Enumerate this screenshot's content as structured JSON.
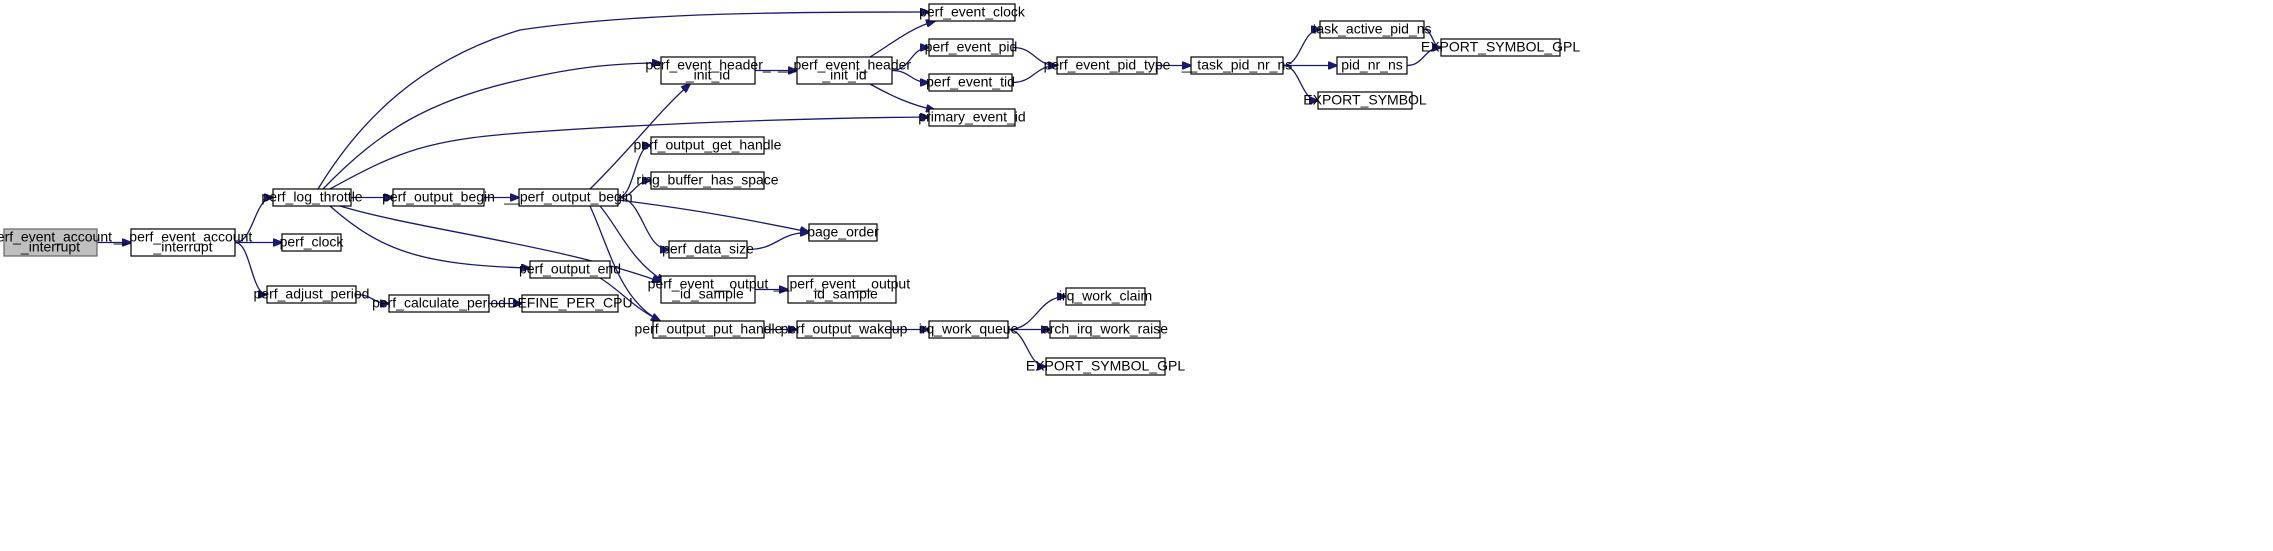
{
  "graph": {
    "edge_color": "#191970",
    "root_fill": "#bfbfbf",
    "nodes": [
      {
        "id": "root",
        "lines": [
          "perf_event_account",
          "_interrupt"
        ],
        "root": true
      },
      {
        "id": "pea_int",
        "lines": [
          "__perf_event_account",
          "_interrupt"
        ]
      },
      {
        "id": "plt",
        "lines": [
          "perf_log_throttle"
        ]
      },
      {
        "id": "pclock",
        "lines": [
          "perf_clock"
        ]
      },
      {
        "id": "padj",
        "lines": [
          "perf_adjust_period"
        ]
      },
      {
        "id": "pcalc",
        "lines": [
          "perf_calculate_period"
        ]
      },
      {
        "id": "defcpu",
        "lines": [
          "DEFINE_PER_CPU"
        ]
      },
      {
        "id": "pob",
        "lines": [
          "perf_output_begin"
        ]
      },
      {
        "id": "upob",
        "lines": [
          "__perf_output_begin"
        ]
      },
      {
        "id": "poe",
        "lines": [
          "perf_output_end"
        ]
      },
      {
        "id": "pehi",
        "lines": [
          "perf_event_header_",
          "_init_id"
        ]
      },
      {
        "id": "upehi",
        "lines": [
          "__perf_event_header",
          "_init_id"
        ]
      },
      {
        "id": "pogh",
        "lines": [
          "perf_output_get_handle"
        ]
      },
      {
        "id": "rbhs",
        "lines": [
          "ring_buffer_has_space"
        ]
      },
      {
        "id": "pds",
        "lines": [
          "perf_data_size"
        ]
      },
      {
        "id": "peois",
        "lines": [
          "perf_event__output",
          "_id_sample"
        ]
      },
      {
        "id": "upeois",
        "lines": [
          "__perf_event__output",
          "_id_sample"
        ]
      },
      {
        "id": "poph",
        "lines": [
          "perf_output_put_handle"
        ]
      },
      {
        "id": "pow",
        "lines": [
          "perf_output_wakeup"
        ]
      },
      {
        "id": "iwq",
        "lines": [
          "irq_work_queue"
        ]
      },
      {
        "id": "iwc",
        "lines": [
          "irq_work_claim"
        ]
      },
      {
        "id": "aiwr",
        "lines": [
          "arch_irq_work_raise"
        ]
      },
      {
        "id": "esg2",
        "lines": [
          "EXPORT_SYMBOL_GPL"
        ]
      },
      {
        "id": "pec",
        "lines": [
          "perf_event_clock"
        ]
      },
      {
        "id": "pep",
        "lines": [
          "perf_event_pid"
        ]
      },
      {
        "id": "pet",
        "lines": [
          "perf_event_tid"
        ]
      },
      {
        "id": "pei",
        "lines": [
          "primary_event_id"
        ]
      },
      {
        "id": "po",
        "lines": [
          "page_order"
        ]
      },
      {
        "id": "pept",
        "lines": [
          "perf_event_pid_type"
        ]
      },
      {
        "id": "tpnn",
        "lines": [
          "__task_pid_nr_ns"
        ]
      },
      {
        "id": "tapn",
        "lines": [
          "task_active_pid_ns"
        ]
      },
      {
        "id": "pnn",
        "lines": [
          "pid_nr_ns"
        ]
      },
      {
        "id": "es",
        "lines": [
          "EXPORT_SYMBOL"
        ]
      },
      {
        "id": "esg1",
        "lines": [
          "EXPORT_SYMBOL_GPL"
        ]
      }
    ],
    "edges": [
      [
        "root",
        "pea_int"
      ],
      [
        "pea_int",
        "plt"
      ],
      [
        "pea_int",
        "pclock"
      ],
      [
        "pea_int",
        "padj"
      ],
      [
        "padj",
        "pcalc"
      ],
      [
        "pcalc",
        "defcpu"
      ],
      [
        "plt",
        "pec"
      ],
      [
        "plt",
        "pehi"
      ],
      [
        "plt",
        "pei"
      ],
      [
        "plt",
        "pob"
      ],
      [
        "plt",
        "peois"
      ],
      [
        "plt",
        "poe"
      ],
      [
        "pob",
        "upob"
      ],
      [
        "upob",
        "pehi"
      ],
      [
        "upob",
        "pogh"
      ],
      [
        "upob",
        "rbhs"
      ],
      [
        "upob",
        "po"
      ],
      [
        "upob",
        "pds"
      ],
      [
        "upob",
        "peois"
      ],
      [
        "upob",
        "poph"
      ],
      [
        "poe",
        "poph"
      ],
      [
        "pehi",
        "upehi"
      ],
      [
        "upehi",
        "pec"
      ],
      [
        "upehi",
        "pep"
      ],
      [
        "upehi",
        "pet"
      ],
      [
        "upehi",
        "pei"
      ],
      [
        "pep",
        "pept"
      ],
      [
        "pet",
        "pept"
      ],
      [
        "pept",
        "tpnn"
      ],
      [
        "tpnn",
        "tapn"
      ],
      [
        "tpnn",
        "pnn"
      ],
      [
        "tpnn",
        "es"
      ],
      [
        "tapn",
        "esg1"
      ],
      [
        "pnn",
        "esg1"
      ],
      [
        "pds",
        "po"
      ],
      [
        "peois",
        "upeois"
      ],
      [
        "poph",
        "pow"
      ],
      [
        "pow",
        "iwq"
      ],
      [
        "iwq",
        "iwc"
      ],
      [
        "iwq",
        "aiwr"
      ],
      [
        "iwq",
        "esg2"
      ]
    ]
  }
}
